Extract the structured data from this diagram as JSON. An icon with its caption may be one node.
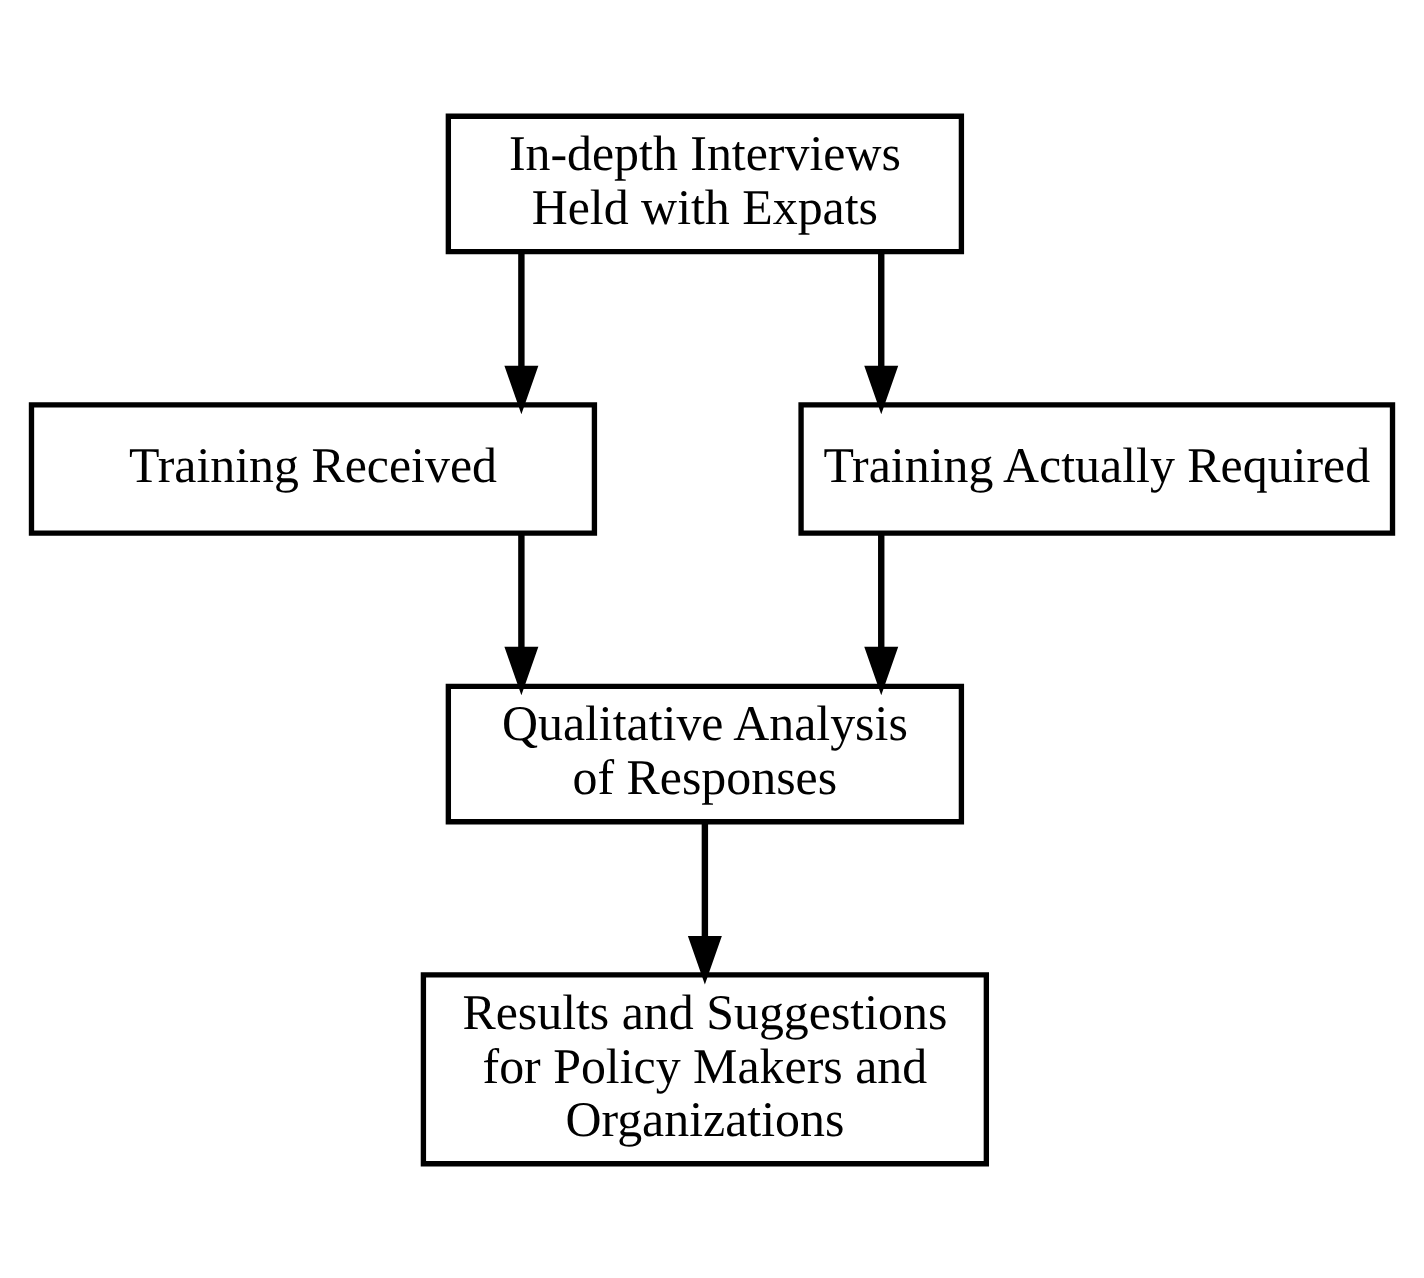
{
  "diagram": {
    "nodes": [
      {
        "text": [
          "In-depth Interviews Held with Expats"
        ]
      },
      {
        "text": [
          "Training Received"
        ]
      },
      {
        "text": [
          "Training Actually Required"
        ]
      },
      {
        "text": [
          "Qualitative Analysis of Responses"
        ]
      },
      {
        "text": [
          "Results and Suggestions for Policy Makers and Organizations"
        ]
      }
    ],
    "edges": [
      {
        "from": 0,
        "to": 1,
        "arrow": "to"
      },
      {
        "from": 0,
        "to": 2,
        "arrow": "to"
      },
      {
        "from": 1,
        "to": 3,
        "arrow": "to"
      },
      {
        "from": 2,
        "to": 3,
        "arrow": "to"
      },
      {
        "from": 3,
        "to": 4,
        "arrow": "to"
      }
    ]
  }
}
